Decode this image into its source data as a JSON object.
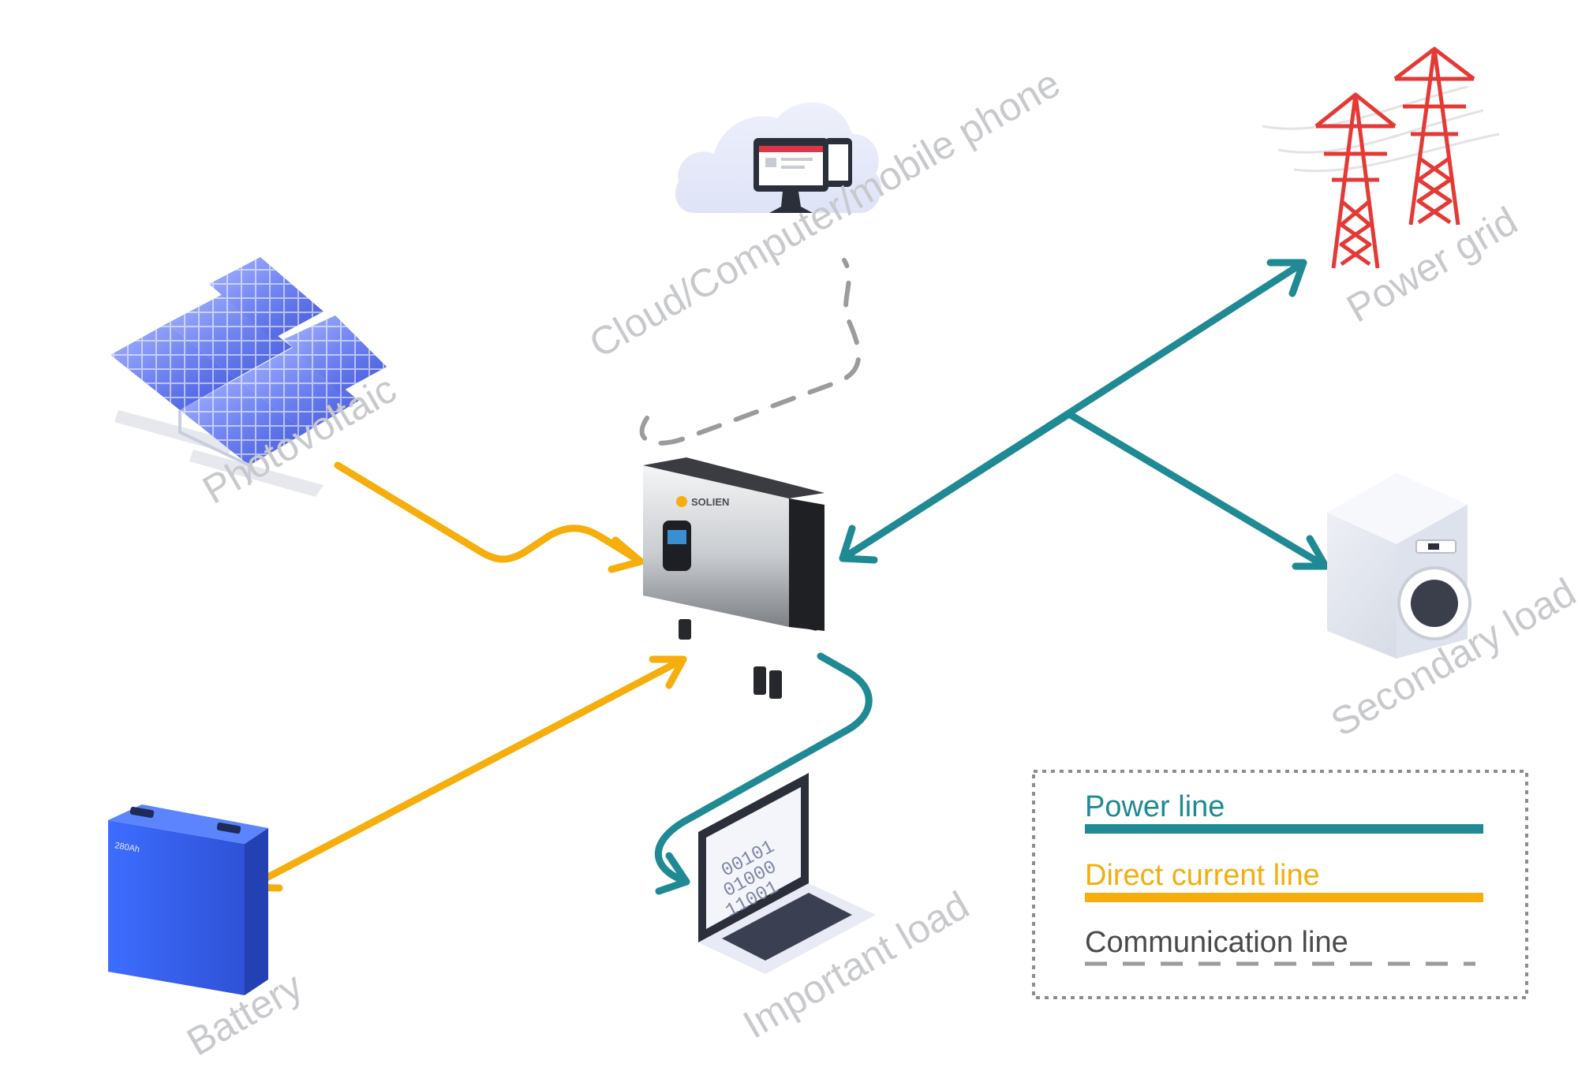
{
  "labels": {
    "photovoltaic": "Photovoltaic",
    "cloud": "Cloud/Computer/mobile phone",
    "power_grid": "Power grid",
    "secondary_load": "Secondary load",
    "important_load": "Important load",
    "battery": "Battery"
  },
  "inverter": {
    "brand": "SOLIEN"
  },
  "battery": {
    "capacity": "280Ah"
  },
  "laptop": {
    "binary": [
      "00101",
      "01000",
      "11001"
    ]
  },
  "legend": {
    "power_line": "Power line",
    "dc_line": "Direct current line",
    "comm_line": "Communication line"
  },
  "colors": {
    "power_line": "#1f8a94",
    "dc_line": "#f5ae0c",
    "comm_line": "#9b9b9b",
    "label": "#c7c9cc"
  }
}
